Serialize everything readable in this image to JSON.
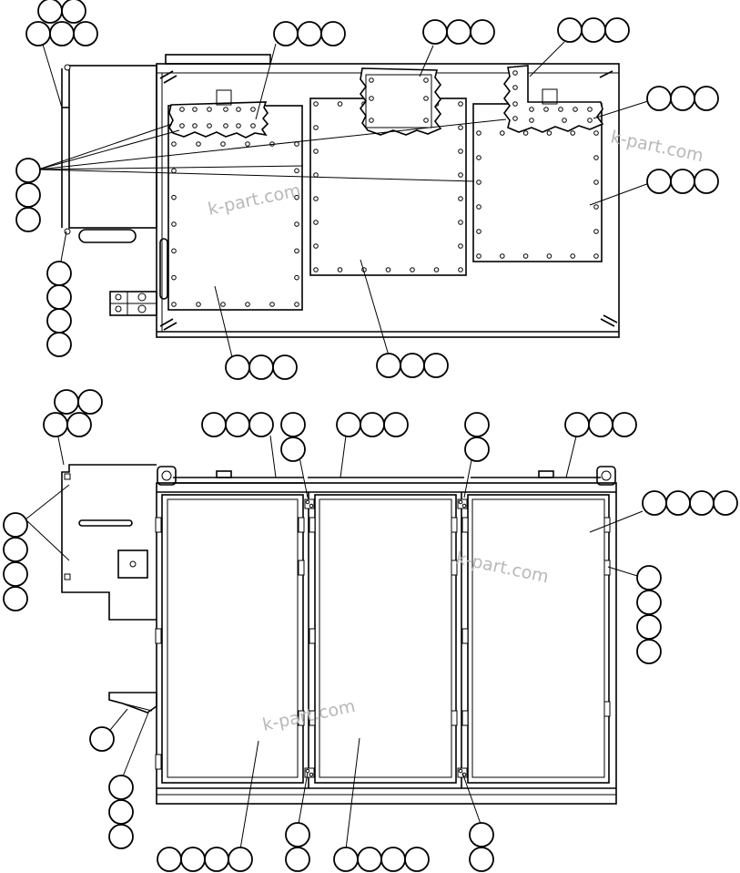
{
  "watermark": {
    "text": "k-part.com",
    "color": "#b8b8b8"
  },
  "diagram": {
    "views": [
      "top-view",
      "side-view"
    ],
    "callout_bubbles_text": "",
    "line_color": "#000000",
    "background": "#ffffff"
  }
}
